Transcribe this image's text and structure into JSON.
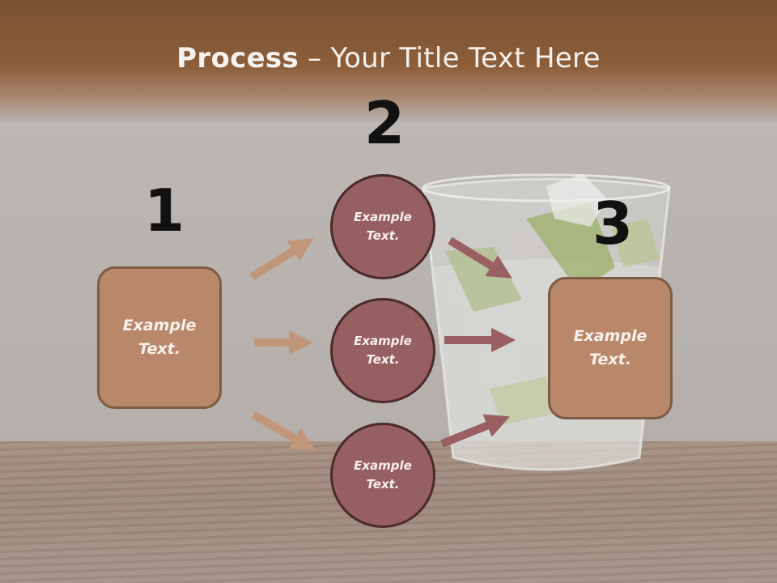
{
  "slide": {
    "title_bold": "Process",
    "title_rest": " – Your Title Text Here",
    "steps": [
      "1",
      "2",
      "3"
    ],
    "left_box": "Example\nText.",
    "right_box": "Example\nText.",
    "circles": [
      "Example\nText.",
      "Example\nText.",
      "Example\nText."
    ]
  },
  "colors": {
    "box_fill": "#b9876a",
    "circle_fill": "#965f62",
    "arrow_left": "#c29679",
    "arrow_right": "#9a5f62",
    "header": "#8c5e3a"
  }
}
